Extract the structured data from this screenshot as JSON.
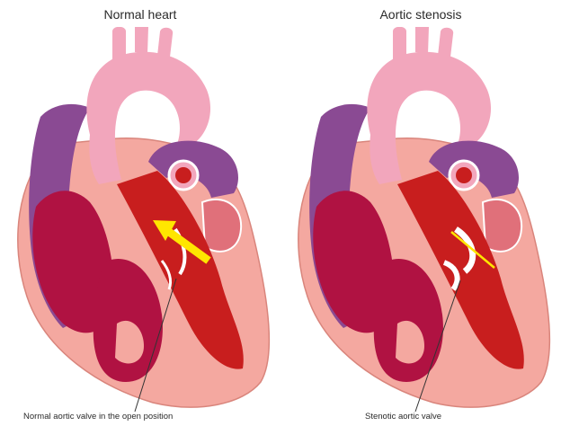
{
  "panels": [
    {
      "title": "Normal heart",
      "caption": "Normal aortic valve in the open position"
    },
    {
      "title": "Aortic stenosis",
      "caption": "Stenotic aortic valve"
    }
  ],
  "colors": {
    "aorta_pink": "#f2a6bc",
    "vein_purple": "#8a4a93",
    "blood_red": "#c81e1e",
    "muscle_pink": "#f4a8a0",
    "chamber_dark": "#b01242",
    "flow_arrow": "#ffe600"
  }
}
